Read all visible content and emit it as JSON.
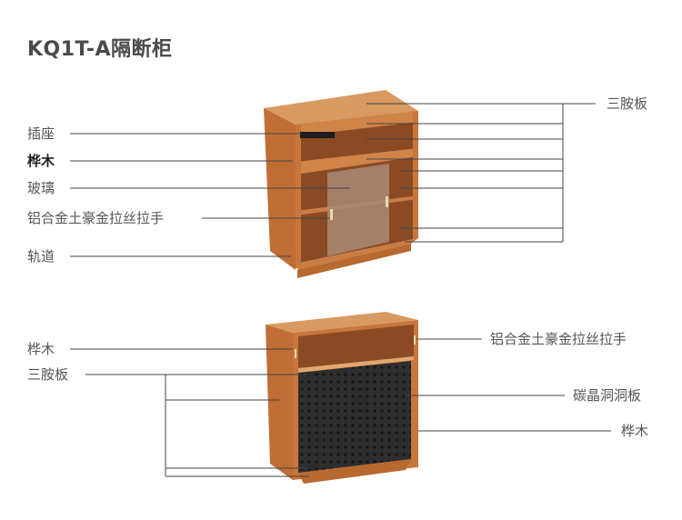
{
  "title": "KQ1T-A隔断柜",
  "top_cabinet": {
    "left_labels": [
      "插座",
      "桦木",
      "玻璃",
      "铝合金土豪金拉丝拉手",
      "轨道"
    ],
    "right_labels": [
      "三胺板"
    ]
  },
  "bottom_cabinet": {
    "left_labels": [
      "桦木",
      "三胺板"
    ],
    "right_labels": [
      "铝合金土豪金拉丝拉手",
      "碳晶洞洞板",
      "桦木"
    ]
  },
  "colors": {
    "wood": "#c8763c",
    "wood_light": "#d99a62",
    "wood_dark": "#7e4020",
    "line": "#444444",
    "panel": "#2e2e30"
  }
}
